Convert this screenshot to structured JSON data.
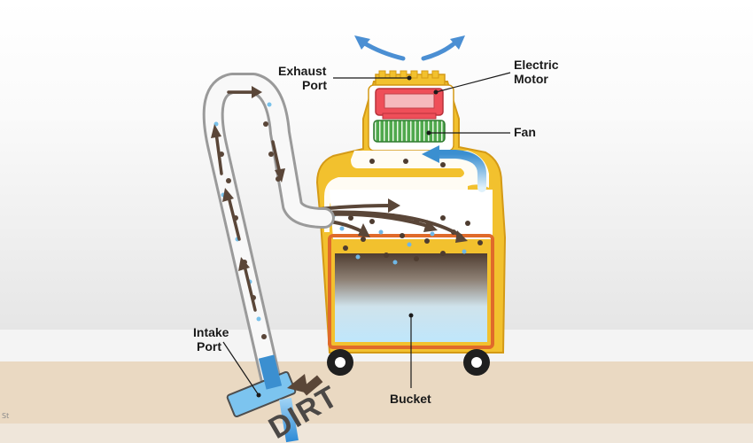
{
  "labels": {
    "exhaust_line1": "Exhaust",
    "exhaust_line2": "Port",
    "motor_line1": "Electric",
    "motor_line2": "Motor",
    "fan": "Fan",
    "intake_line1": "Intake",
    "intake_line2": "Port",
    "bucket": "Bucket",
    "dirt": "DIRT"
  },
  "corner_mark": "St",
  "icons": [
    "exhaust-air-arrow-left",
    "exhaust-air-arrow-right",
    "intake-airflow-arrow",
    "dirt-suction-arrow"
  ],
  "colors": {
    "body_yellow": "#f2c12e",
    "body_outline": "#d49a16",
    "motor_red": "#ef4f59",
    "fan_green": "#4fa84d",
    "air_blue": "#3b8fd0",
    "water_blue": "#cfeaf8",
    "dirt_brown": "#5a4638",
    "floor_tan": "#ead9c2"
  }
}
